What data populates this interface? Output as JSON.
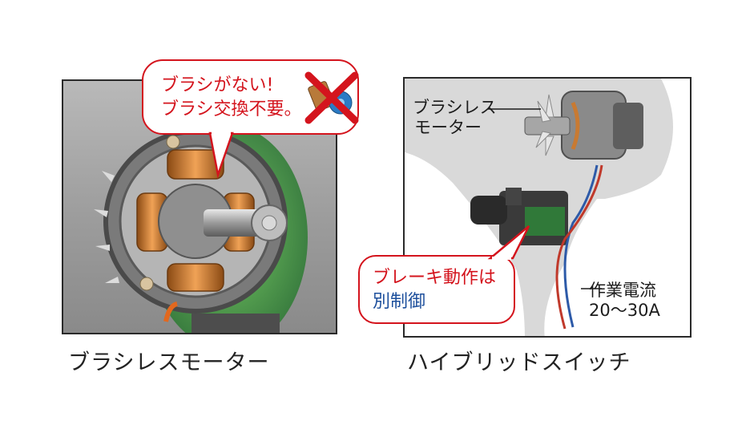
{
  "left": {
    "caption": "ブラシレスモーター",
    "callout": {
      "line1": "ブラシがない!",
      "line2": "ブラシ交換不要。"
    }
  },
  "right": {
    "caption": "ハイブリッドスイッチ",
    "motor_label": {
      "line1": "ブラシレス",
      "line2": "モーター"
    },
    "current_label": {
      "line1": "作業電流",
      "line2": "20〜30A"
    },
    "brake_callout": {
      "line1": "ブレーキ動作は",
      "line2": "別制御"
    }
  },
  "colors": {
    "callout_red": "#d4141d",
    "callout_blue": "#1d4f9c",
    "copper": "#c87a32",
    "pcb_green": "#2e8a3a"
  }
}
